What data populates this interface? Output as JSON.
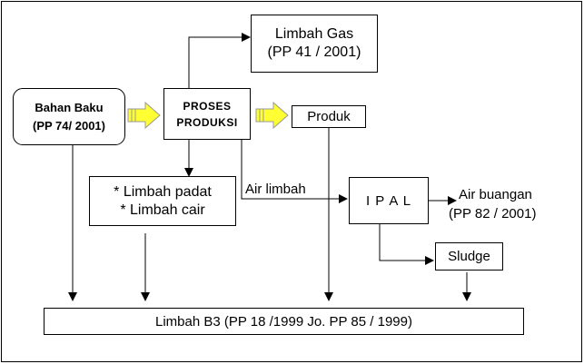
{
  "nodes": {
    "bahan_baku": {
      "line1": "Bahan Baku",
      "line2": "(PP 74/ 2001)"
    },
    "proses": {
      "line1": "PROSES",
      "line2": "PRODUKSI"
    },
    "limbah_gas": {
      "line1": "Limbah Gas",
      "line2": "(PP 41 / 2001)"
    },
    "produk": {
      "label": "Produk"
    },
    "limbah_padat_cair": {
      "line1": "* Limbah padat",
      "line2": "* Limbah cair"
    },
    "ipal": {
      "label": "I P A L"
    },
    "sludge": {
      "label": "Sludge"
    },
    "limbah_b3": {
      "label": "Limbah B3 (PP 18 /1999 Jo. PP 85 / 1999)"
    }
  },
  "edge_labels": {
    "air_limbah": "Air limbah",
    "air_buangan_line1": "Air buangan",
    "air_buangan_line2": "(PP 82 / 2001)"
  },
  "colors": {
    "block_arrow_fill": "#ffff33",
    "block_arrow_stroke": "#999999",
    "line": "#000000"
  }
}
